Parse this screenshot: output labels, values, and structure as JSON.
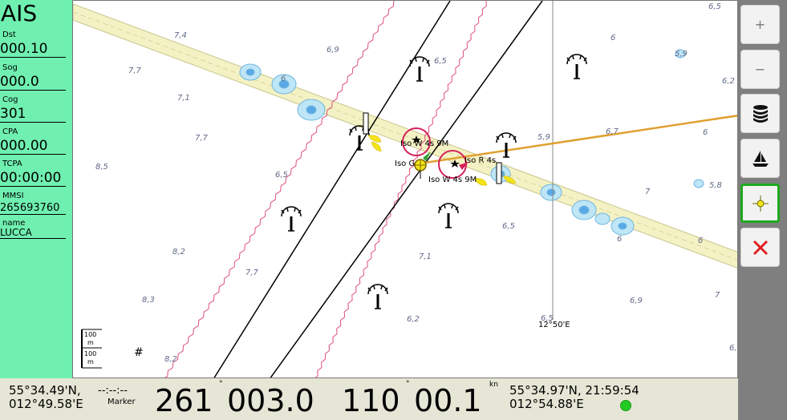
{
  "ais": {
    "title": "AIS",
    "fields": [
      {
        "label": "Dst",
        "value": "000.10"
      },
      {
        "label": "Sog",
        "value": "000.0"
      },
      {
        "label": "Cog",
        "value": "301"
      },
      {
        "label": "CPA",
        "value": "000.00"
      },
      {
        "label": "TCPA",
        "value": "00:00:00"
      },
      {
        "label": "MMSI",
        "value": "265693760"
      },
      {
        "label": "name",
        "value": "LUCCA"
      }
    ]
  },
  "chart": {
    "depths": [
      "6,5",
      "7,4",
      "6,9",
      "7,7",
      "7,1",
      "7,7",
      "8,5",
      "6,5",
      "6,5",
      "5,9",
      "6,2",
      "6,7",
      "6",
      "5,9",
      "6",
      "7",
      "5,8",
      "6",
      "6,5",
      "7,1",
      "8,2",
      "7,7",
      "8,3",
      "8,2",
      "6,2",
      "6,5",
      "6,9",
      "7",
      "6,",
      "6",
      "6"
    ],
    "light_labels": [
      "Iso W 4s 9M",
      "Iso G",
      "Iso R 4s",
      "Iso W 4s 9M"
    ],
    "meridian_label": "12°50'E",
    "scale": {
      "top": "100",
      "top_unit": "m",
      "bottom": "100",
      "bottom_unit": "m"
    },
    "hash_symbol": "#"
  },
  "right_buttons": {
    "zoom_in": "+",
    "zoom_out": "−"
  },
  "status": {
    "left_lat": "55°34.49'N,",
    "left_lon": "012°49.58'E",
    "marker_time": "--:--:--",
    "marker_label": "Marker",
    "bearing": "261",
    "distance": "003.0",
    "course": "110",
    "speed": "00.1",
    "deg1": "°",
    "deg2": "°",
    "unit_kn": "kn",
    "right_line1": "55°34.97'N, 21:59:54",
    "right_line2": "012°54.88'E"
  },
  "colors": {
    "ais_panel": "#6ff0b0",
    "channel": "#f4f2c4",
    "shallow": "#5aa9e6",
    "track": "#e0a030",
    "active_button_border": "#1eaa1e",
    "close_red": "#e02020"
  }
}
